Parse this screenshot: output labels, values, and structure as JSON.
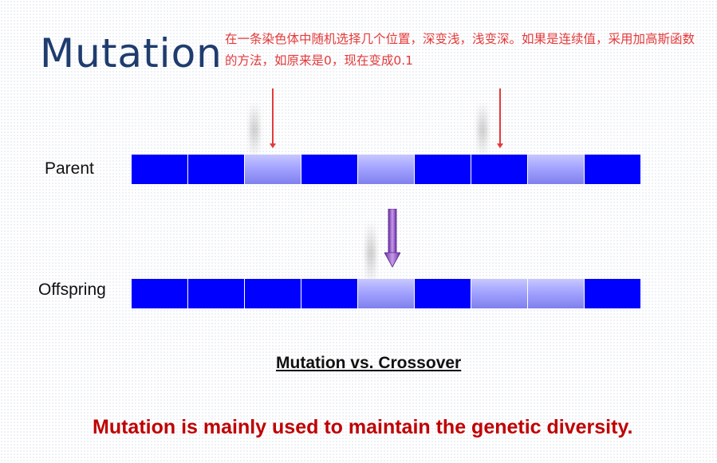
{
  "slide": {
    "title": "Mutation",
    "note": "在一条染色体中随机选择几个位置，深变浅，浅变深。如果是连续值，采用加高斯函数的方法，如原来是0，现在变成0.1",
    "parent_label": "Parent",
    "offspring_label": "Offspring",
    "subtitle": "Mutation vs. Crossover",
    "conclusion": "Mutation is mainly used to maintain the genetic diversity."
  },
  "chromosomes": {
    "parent": [
      "dark",
      "dark",
      "light",
      "dark",
      "light",
      "dark",
      "dark",
      "light",
      "dark"
    ],
    "offspring": [
      "dark",
      "dark",
      "dark",
      "dark",
      "light",
      "dark",
      "light",
      "light",
      "dark"
    ]
  },
  "colors": {
    "gene_dark": "#0000ff",
    "gene_light": "#a3a3ff",
    "title": "#1f3c6e",
    "note": "#e43a3a",
    "pointer": "#e33b3b",
    "conclusion": "#c00000",
    "arrow": "#8d4fc4"
  }
}
